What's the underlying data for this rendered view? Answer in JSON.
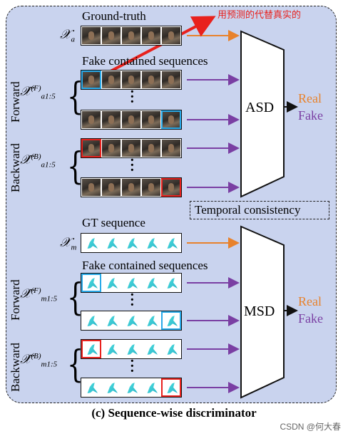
{
  "labels": {
    "ground_truth": "Ground-truth",
    "fake_seq_top": "Fake contained sequences",
    "gt_sequence": "GT sequence",
    "fake_seq_bottom": "Fake contained sequences",
    "forward_top": "Forward",
    "backward_top": "Backward",
    "forward_bottom": "Forward",
    "backward_bottom": "Backward",
    "asd": "ASD",
    "msd": "MSD",
    "real_top": "Real",
    "fake_top": "Fake",
    "real_bottom": "Real",
    "fake_bottom": "Fake",
    "temporal": "Temporal consistency",
    "caption": "(c) Sequence-wise discriminator",
    "annotation": "用预测的代替真实的",
    "watermark": "CSDN @何大春"
  },
  "math": {
    "xa": "𝒳",
    "xa_sub": "a",
    "xaf": "𝒳̂",
    "xaf_sup": "(F)",
    "xaf_sub": "a1:5",
    "xab": "𝒳̂",
    "xab_sup": "(B)",
    "xab_sub": "a1:5",
    "xm": "𝒳",
    "xm_sub": "m",
    "xmf": "𝒳̂",
    "xmf_sup": "(F)",
    "xmf_sub": "m1:5",
    "xmb": "𝒳̂",
    "xmb_sup": "(B)",
    "xmb_sub": "m1:5"
  },
  "colors": {
    "panel_bg": "#c9d3ee",
    "real_arrow": "#e8822c",
    "fake_arrow": "#7a3fa3",
    "highlight_blue": "#29a9e8",
    "highlight_red": "#e8211d",
    "annotation": "#e8211d"
  }
}
